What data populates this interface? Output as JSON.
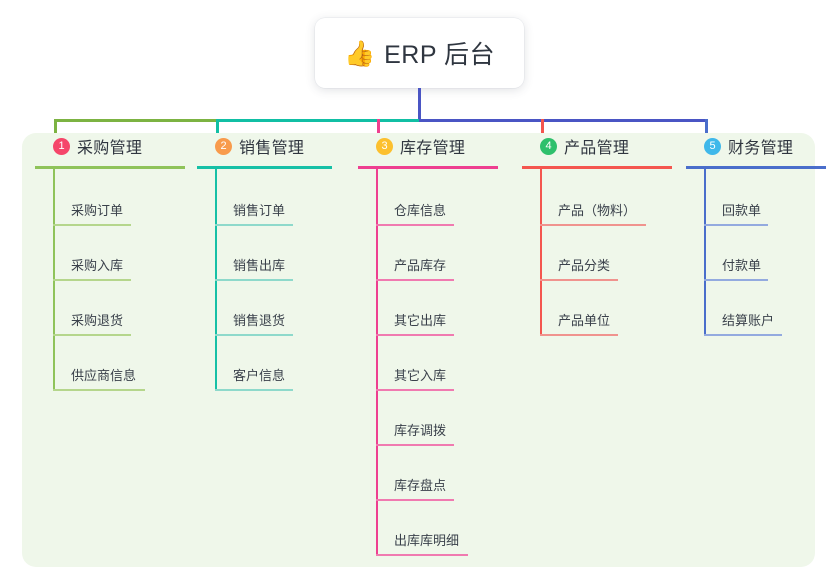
{
  "title": {
    "emoji": "👍",
    "icon_name": "thumbs-up-emoji",
    "text": "ERP 后台"
  },
  "colors": {
    "page_background": "#ffffff",
    "panel_background": "#eff7ea",
    "trunk": "#4a55c4",
    "title_text": "#2f3640",
    "item_text": "#3a414b"
  },
  "columns": [
    {
      "index": "1",
      "badge_color": "#f5466a",
      "line_color": "#7cb342",
      "rule_color": "#8fc35a",
      "item_rule_color": "#b5d68c",
      "title": "采购管理",
      "items": [
        "采购订单",
        "采购入库",
        "采购退货",
        "供应商信息"
      ]
    },
    {
      "index": "2",
      "badge_color": "#f89b4c",
      "line_color": "#11bfa4",
      "rule_color": "#16c0a6",
      "item_rule_color": "#8ed9cb",
      "title": "销售管理",
      "items": [
        "销售订单",
        "销售出库",
        "销售退货",
        "客户信息"
      ]
    },
    {
      "index": "3",
      "badge_color": "#fcc02e",
      "line_color": "#ef3f8f",
      "rule_color": "#ee3f90",
      "item_rule_color": "#f07ab0",
      "title": "库存管理",
      "items": [
        "仓库信息",
        "产品库存",
        "其它出库",
        "其它入库",
        "库存调拨",
        "库存盘点",
        "出库库明细"
      ]
    },
    {
      "index": "4",
      "badge_color": "#2ec06c",
      "line_color": "#f4554e",
      "rule_color": "#f4564f",
      "item_rule_color": "#f0938e",
      "title": "产品管理",
      "items": [
        "产品（物料）",
        "产品分类",
        "产品单位"
      ]
    },
    {
      "index": "5",
      "badge_color": "#3fb8ea",
      "line_color": "#4a6ecb",
      "rule_color": "#4a6ecb",
      "item_rule_color": "#93aadf",
      "title": "财务管理",
      "items": [
        "回款单",
        "付款单",
        "结算账户"
      ]
    }
  ]
}
